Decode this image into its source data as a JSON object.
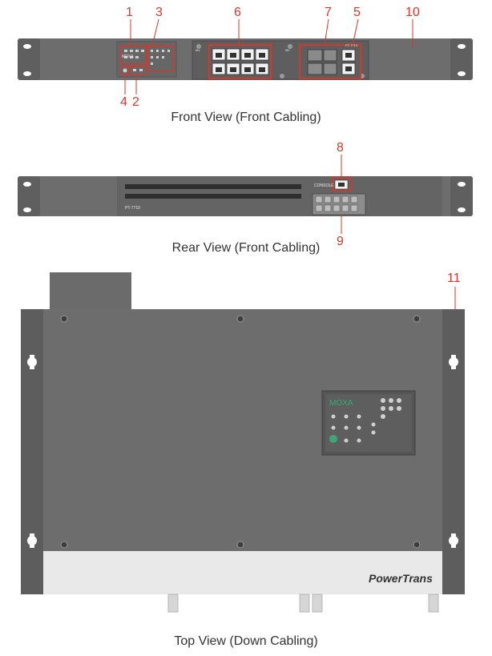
{
  "callouts": {
    "c1": "1",
    "c2": "2",
    "c3": "3",
    "c4": "4",
    "c5": "5",
    "c6": "6",
    "c7": "7",
    "c8": "8",
    "c9": "9",
    "c10": "10",
    "c11": "11"
  },
  "captions": {
    "front": "Front View (Front Cabling)",
    "rear": "Rear View (Front Cabling)",
    "top": "Top View (Down Cabling)"
  },
  "device_text": {
    "brand": "MOXA",
    "model_rear": "PT-7710",
    "model_front": "PT-7710",
    "console": "CONSOLE",
    "m1": "M1",
    "m2": "M2",
    "powertrans": "PowerTrans"
  },
  "colors": {
    "callout": "#d0392b",
    "chassis": "#6b6b6b",
    "chassis_dark": "#4f4f4f",
    "highlight_box": "#d0392b",
    "moxa_green": "#3aa872"
  }
}
